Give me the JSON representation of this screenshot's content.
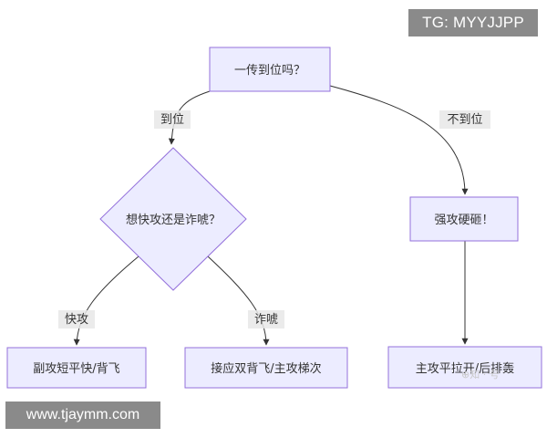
{
  "colors": {
    "node_fill": "#ececff",
    "node_stroke": "#9370db",
    "edge": "#333333",
    "text": "#333333",
    "label_bg": "#e8e8e8",
    "badge_bg": "#8a8a8a",
    "badge_text": "#ffffff"
  },
  "nodes": {
    "start": "一传到位吗？",
    "decision": "想快攻还是诈唬？",
    "strong_attack": "强攻硬砸！",
    "fast": "副攻短平快/背飞",
    "bluff": "接应双背飞/主攻梯次",
    "main": "主攻平拉开/后排轰"
  },
  "edge_labels": {
    "yes": "到位",
    "no": "不到位",
    "fast": "快攻",
    "bluff": "诈唬"
  },
  "watermarks": {
    "telegram": "TG: MYYJJPP",
    "site": "www.tjaymm.com",
    "corner": "⊕知 · 号"
  }
}
